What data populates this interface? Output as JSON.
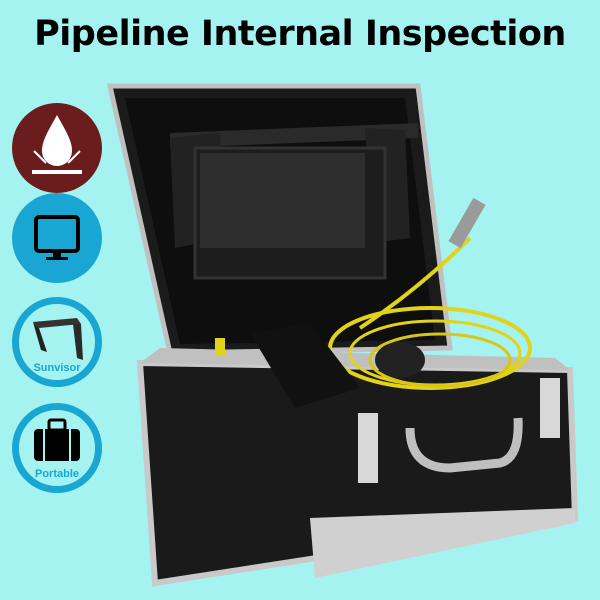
{
  "title": "Pipeline Internal Inspection",
  "badges": [
    {
      "icon": "waterproof-icon"
    },
    {
      "icon": "monitor-icon"
    },
    {
      "icon": "sunvisor-icon",
      "label": "Sunvisor"
    },
    {
      "icon": "briefcase-icon",
      "label": "Portable"
    }
  ],
  "colors": {
    "background": "#a4f3f1",
    "accent": "#19a6d3",
    "waterproof": "#6b1d1d",
    "cable": "#e3d21a"
  }
}
